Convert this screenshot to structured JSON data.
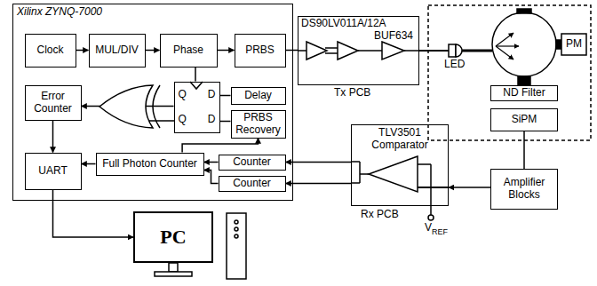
{
  "diagram": {
    "nodes": [
      {
        "text": [
          "Xilinx ZYNQ-7000"
        ]
      },
      {
        "text": [
          "Clock"
        ],
        "in": 0
      },
      {
        "text": [
          "MUL/DIV"
        ],
        "in": 0
      },
      {
        "text": [
          "Phase"
        ],
        "in": 0
      },
      {
        "text": [
          "PRBS"
        ],
        "in": 0
      },
      {
        "text": [
          "Q",
          "D",
          "Q",
          "D"
        ],
        "in": 0
      },
      {
        "text": [
          "Delay"
        ],
        "in": 0
      },
      {
        "text": [
          "PRBS Recovery"
        ],
        "in": 0
      },
      {
        "text": [
          "Error Counter"
        ],
        "in": 0
      },
      {
        "text": [
          "UART"
        ],
        "in": 0
      },
      {
        "text": [
          "Full Photon Counter"
        ],
        "in": 0
      },
      {
        "text": [
          "Counter"
        ],
        "in": 0
      },
      {
        "text": [
          "Counter"
        ],
        "in": 0
      },
      {
        "text": [
          "DS90LV011A/12A",
          "BUF634",
          "Tx PCB"
        ]
      },
      {
        "text": [
          "ND Filter"
        ]
      },
      {
        "text": [
          "SiPM"
        ]
      },
      {
        "text": [
          "Amplifier Blocks"
        ]
      },
      {
        "text": [
          "TLV3501 Comparator",
          "Rx PCB"
        ]
      },
      {
        "text": [
          "PC"
        ]
      }
    ],
    "edges": [
      {
        "from": 1,
        "to": 2,
        "arrow": "to"
      },
      {
        "from": 2,
        "to": 3,
        "arrow": "to"
      },
      {
        "from": 3,
        "to": 4,
        "arrow": "to"
      },
      {
        "from": 3,
        "to": 5,
        "arrow": "none"
      },
      {
        "from": 6,
        "to": 5,
        "arrow": "none"
      },
      {
        "from": 7,
        "to": 5,
        "arrow": "none"
      },
      {
        "from": 5,
        "to": 8,
        "arrow": "to"
      },
      {
        "from": 8,
        "to": 9,
        "arrow": "to"
      },
      {
        "from": 10,
        "to": 9,
        "arrow": "to"
      },
      {
        "from": 11,
        "to": 10,
        "arrow": "to"
      },
      {
        "from": 12,
        "to": 10,
        "arrow": "to"
      },
      {
        "from": 10,
        "to": 7,
        "arrow": "to"
      },
      {
        "from": 4,
        "to": 13,
        "arrow": "none"
      },
      {
        "from": 15,
        "to": 16,
        "arrow": "none"
      },
      {
        "from": 16,
        "to": 17,
        "arrow": "to"
      },
      {
        "from": 17,
        "to": 11,
        "arrow": "to"
      },
      {
        "from": 17,
        "to": 12,
        "arrow": "to"
      },
      {
        "from": 9,
        "to": 18,
        "arrow": "to"
      }
    ],
    "labels": [
      "LED",
      "PM",
      "V",
      "REF"
    ]
  }
}
